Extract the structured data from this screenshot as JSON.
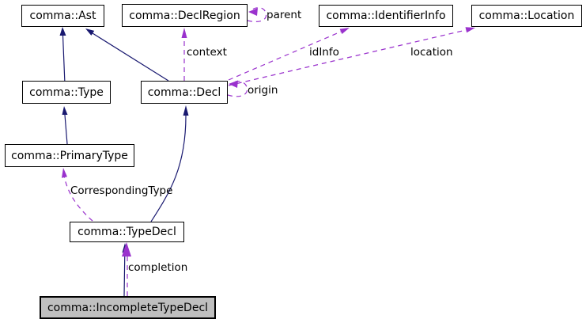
{
  "diagram": {
    "kind": "class collaboration diagram",
    "colors": {
      "inheritance_edge": "#191970",
      "usage_edge": "#9a32cd",
      "node_background": "#ffffff",
      "node_border": "#000000",
      "highlight_node_background": "#bfbfbf",
      "label_text": "#000000"
    },
    "nodes": {
      "ast": {
        "label": "comma::Ast"
      },
      "declregion": {
        "label": "comma::DeclRegion"
      },
      "identifierinfo": {
        "label": "comma::IdentifierInfo"
      },
      "location": {
        "label": "comma::Location"
      },
      "type": {
        "label": "comma::Type"
      },
      "decl": {
        "label": "comma::Decl"
      },
      "primarytype": {
        "label": "comma::PrimaryType"
      },
      "typedecl": {
        "label": "comma::TypeDecl"
      },
      "incompletetypedecl": {
        "label": "comma::IncompleteTypeDecl"
      }
    },
    "edge_labels": {
      "parent": "parent",
      "context": "context",
      "idinfo": "idInfo",
      "location": "location",
      "origin": "origin",
      "corresponding_type": "CorrespondingType",
      "completion": "completion"
    }
  }
}
